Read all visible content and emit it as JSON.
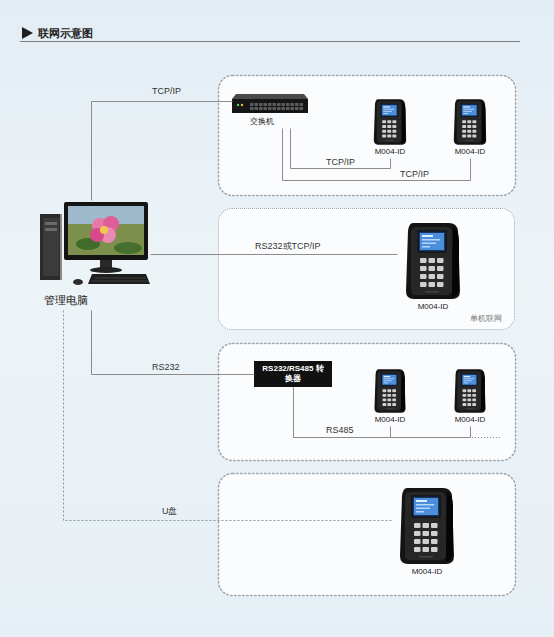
{
  "diagram": {
    "title": "联网示意图",
    "nodes": [
      {
        "text": [
          "交换机"
        ]
      },
      {
        "text": [
          "M004-ID"
        ]
      },
      {
        "text": [
          "M004-ID"
        ]
      },
      {
        "text": [
          "管理电脑"
        ]
      },
      {
        "text": [
          "单机联网"
        ]
      },
      {
        "text": [
          "M004-ID"
        ],
        "in": 4
      },
      {
        "text": [
          "RS232/RS485 转换器"
        ]
      },
      {
        "text": [
          "M004-ID"
        ]
      },
      {
        "text": [
          "M004-ID"
        ]
      },
      {
        "text": [
          "M004-ID"
        ]
      }
    ],
    "edges": [
      {
        "from": 3,
        "to": 0,
        "label": "TCP/IP",
        "arrow": "none"
      },
      {
        "from": 0,
        "to": 1,
        "label": "TCP/IP",
        "arrow": "none"
      },
      {
        "from": 0,
        "to": 2,
        "label": "TCP/IP",
        "arrow": "none"
      },
      {
        "from": 3,
        "to": 5,
        "label": "RS232或TCP/IP",
        "arrow": "none"
      },
      {
        "from": 3,
        "to": 6,
        "label": "RS232",
        "arrow": "none"
      },
      {
        "from": 6,
        "to": 7,
        "label": "RS485",
        "arrow": "none"
      },
      {
        "from": 6,
        "to": 8,
        "arrow": "none"
      },
      {
        "from": 3,
        "to": 9,
        "label": "U盘",
        "arrow": "none"
      }
    ]
  }
}
